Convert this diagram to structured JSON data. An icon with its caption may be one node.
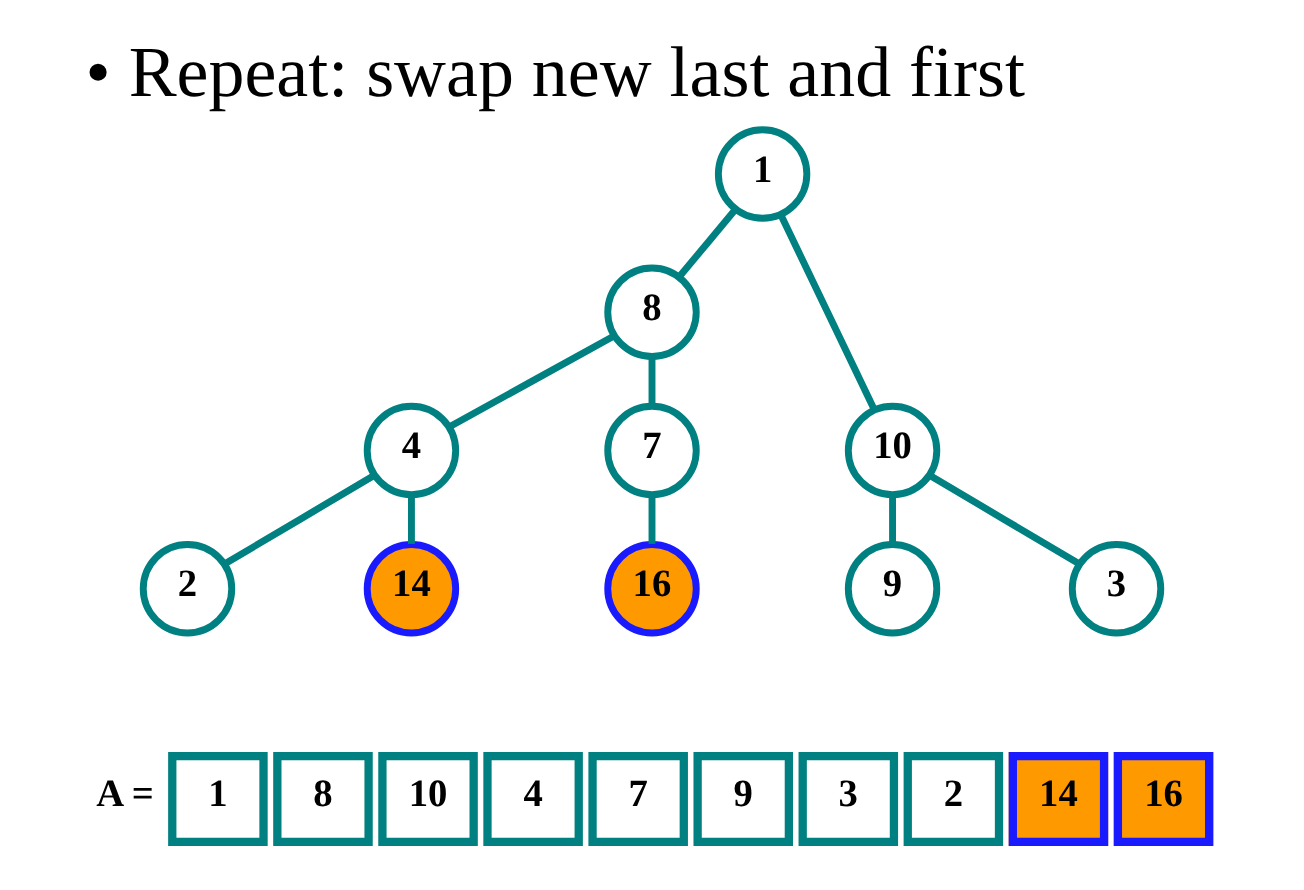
{
  "diagram": {
    "title": "• Repeat: swap new last and first",
    "nodes": [
      {
        "text": [
          "1"
        ]
      },
      {
        "text": [
          "8"
        ]
      },
      {
        "text": [
          "10"
        ]
      },
      {
        "text": [
          "4"
        ]
      },
      {
        "text": [
          "7"
        ]
      },
      {
        "text": [
          "9"
        ]
      },
      {
        "text": [
          "3"
        ]
      },
      {
        "text": [
          "2"
        ]
      },
      {
        "text": [
          "14"
        ]
      },
      {
        "text": [
          "16"
        ]
      }
    ],
    "edges": [
      {
        "from": 0,
        "to": 1,
        "arrow": "none"
      },
      {
        "from": 0,
        "to": 2,
        "arrow": "none"
      },
      {
        "from": 1,
        "to": 3,
        "arrow": "none"
      },
      {
        "from": 1,
        "to": 4,
        "arrow": "none"
      },
      {
        "from": 2,
        "to": 5,
        "arrow": "none"
      },
      {
        "from": 2,
        "to": 6,
        "arrow": "none"
      },
      {
        "from": 3,
        "to": 7,
        "arrow": "none"
      },
      {
        "from": 3,
        "to": 8,
        "arrow": "none"
      },
      {
        "from": 4,
        "to": 9,
        "arrow": "none"
      }
    ],
    "labels": [
      "A =",
      "1",
      "8",
      "10",
      "4",
      "7",
      "9",
      "3",
      "2",
      "14",
      "16"
    ]
  }
}
